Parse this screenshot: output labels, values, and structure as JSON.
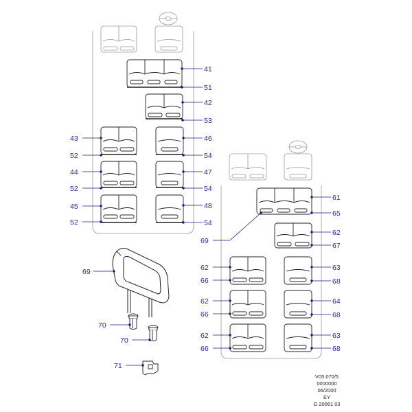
{
  "colors": {
    "callout": "#2a2a9a",
    "leader": "#1a1a7a",
    "outline_dark": "#222222",
    "outline_light": "#9a9a9a",
    "panel": "#ffffff"
  },
  "left_panel": {
    "callouts": [
      {
        "id": "c41",
        "label": "41"
      },
      {
        "id": "c51",
        "label": "51"
      },
      {
        "id": "c42",
        "label": "42"
      },
      {
        "id": "c53",
        "label": "53"
      },
      {
        "id": "c43",
        "label": "43"
      },
      {
        "id": "c52a",
        "label": "52"
      },
      {
        "id": "c46",
        "label": "46"
      },
      {
        "id": "c54a",
        "label": "54"
      },
      {
        "id": "c44",
        "label": "44"
      },
      {
        "id": "c52b",
        "label": "52"
      },
      {
        "id": "c47",
        "label": "47"
      },
      {
        "id": "c54b",
        "label": "54"
      },
      {
        "id": "c45",
        "label": "45"
      },
      {
        "id": "c52c",
        "label": "52"
      },
      {
        "id": "c48",
        "label": "48"
      },
      {
        "id": "c54c",
        "label": "54"
      }
    ]
  },
  "right_panel": {
    "callouts": [
      {
        "id": "c61",
        "label": "61"
      },
      {
        "id": "c65",
        "label": "65"
      },
      {
        "id": "c62a",
        "label": "62"
      },
      {
        "id": "c67",
        "label": "67"
      },
      {
        "id": "c69b",
        "label": "69"
      },
      {
        "id": "c62b",
        "label": "62"
      },
      {
        "id": "c66a",
        "label": "66"
      },
      {
        "id": "c63a",
        "label": "63"
      },
      {
        "id": "c68a",
        "label": "68"
      },
      {
        "id": "c62c",
        "label": "62"
      },
      {
        "id": "c66b",
        "label": "66"
      },
      {
        "id": "c64",
        "label": "64"
      },
      {
        "id": "c68b",
        "label": "68"
      },
      {
        "id": "c62d",
        "label": "62"
      },
      {
        "id": "c66c",
        "label": "66"
      },
      {
        "id": "c63b",
        "label": "63"
      },
      {
        "id": "c68c",
        "label": "68"
      }
    ]
  },
  "parts": {
    "callouts": [
      {
        "id": "c69a",
        "label": "69"
      },
      {
        "id": "c70a",
        "label": "70"
      },
      {
        "id": "c70b",
        "label": "70"
      },
      {
        "id": "c71",
        "label": "71"
      }
    ]
  },
  "reference_block": {
    "lines": [
      "V05.070/5",
      "0000000",
      "06/2000",
      "EY",
      "G 20061 03"
    ]
  }
}
